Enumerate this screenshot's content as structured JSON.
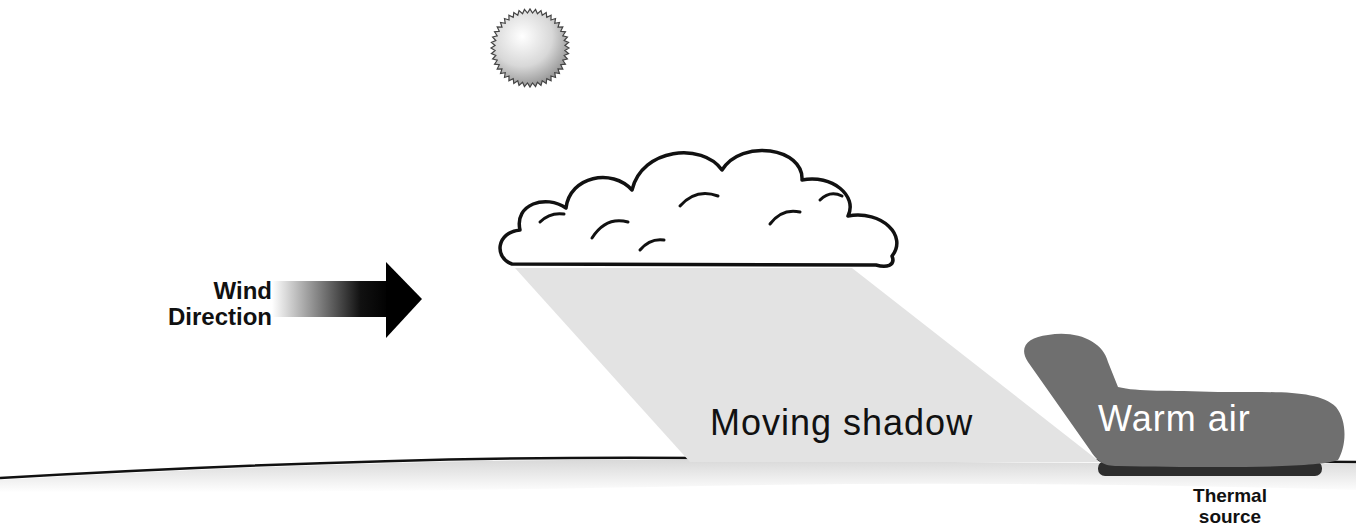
{
  "diagram": {
    "nodes": [
      {
        "text": [
          "Moving shadow"
        ]
      },
      {
        "text": [
          "Warm air"
        ]
      }
    ],
    "labels": [
      "Wind Direction",
      "Thermal source"
    ]
  }
}
